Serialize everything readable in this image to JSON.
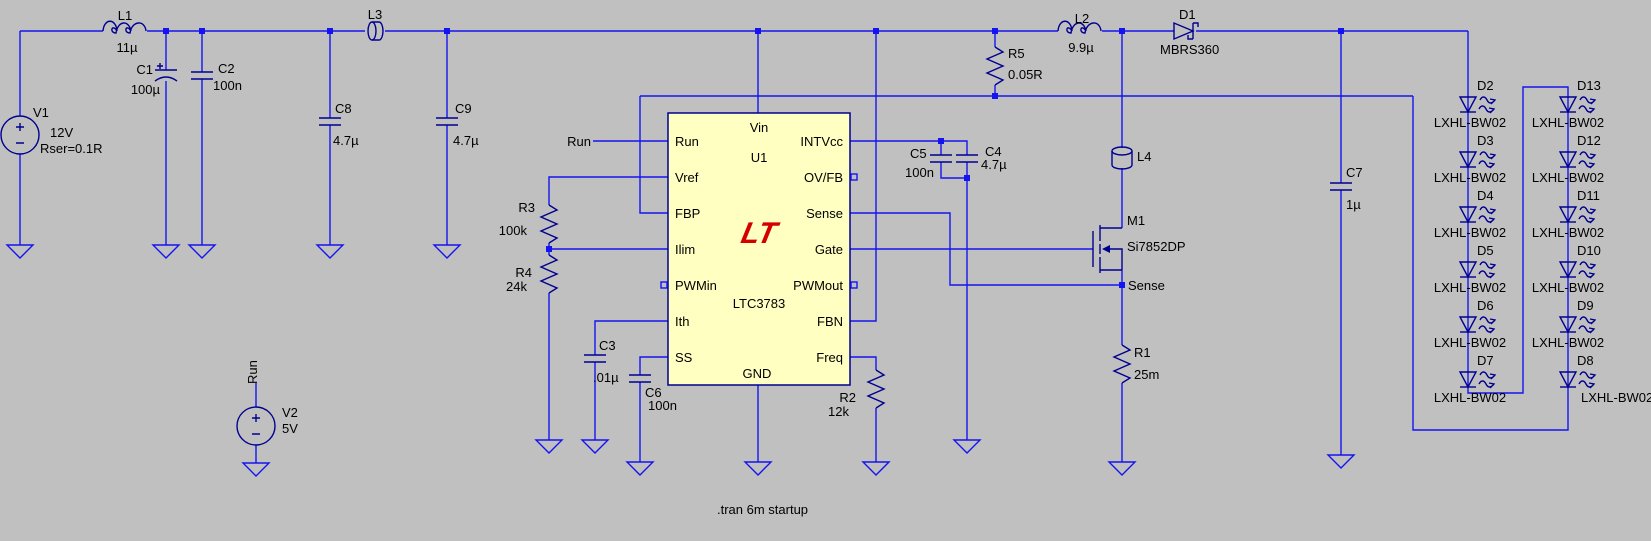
{
  "canvas": {
    "bg": "#C0C0C0"
  },
  "colors": {
    "wire": "#1414F0",
    "symbol": "#00008F",
    "text": "#000000",
    "chip_fill": "#FFFFC2",
    "logo": "#D40000"
  },
  "directive": ".tran 6m startup",
  "ic": {
    "ref": "U1",
    "part": "LTC3783",
    "logo_text": "LT",
    "top_pin": "Vin",
    "bottom_pin": "GND",
    "left_pins": [
      "Run",
      "Vref",
      "FBP",
      "Ilim",
      "PWMin",
      "Ith",
      "SS"
    ],
    "right_pins": [
      "INTVcc",
      "OV/FB",
      "Sense",
      "Gate",
      "PWMout",
      "FBN",
      "Freq"
    ]
  },
  "net_labels": {
    "run": "Run",
    "run_v2": "Run",
    "sense": "Sense"
  },
  "components": {
    "V1": {
      "ref": "V1",
      "value": "12V",
      "param": "Rser=0.1R"
    },
    "V2": {
      "ref": "V2",
      "value": "5V"
    },
    "L1": {
      "ref": "L1",
      "value": "11µ"
    },
    "L2": {
      "ref": "L2",
      "value": "9.9µ"
    },
    "L3": {
      "ref": "L3"
    },
    "L4": {
      "ref": "L4"
    },
    "C1": {
      "ref": "C1",
      "value": "100µ"
    },
    "C2": {
      "ref": "C2",
      "value": "100n"
    },
    "C3": {
      "ref": "C3",
      "value": ".01µ"
    },
    "C4": {
      "ref": "C4",
      "value": "4.7µ"
    },
    "C5": {
      "ref": "C5",
      "value": "100n"
    },
    "C6": {
      "ref": "C6",
      "value": "100n"
    },
    "C7": {
      "ref": "C7",
      "value": "1µ"
    },
    "C8": {
      "ref": "C8",
      "value": "4.7µ"
    },
    "C9": {
      "ref": "C9",
      "value": "4.7µ"
    },
    "R1": {
      "ref": "R1",
      "value": "25m"
    },
    "R2": {
      "ref": "R2",
      "value": "12k"
    },
    "R3": {
      "ref": "R3",
      "value": "100k"
    },
    "R4": {
      "ref": "R4",
      "value": "24k"
    },
    "R5": {
      "ref": "R5",
      "value": "0.05R"
    },
    "D1": {
      "ref": "D1",
      "value": "MBRS360"
    },
    "M1": {
      "ref": "M1",
      "value": "Si7852DP"
    }
  },
  "leds": {
    "value": "LXHL-BW02",
    "column1": [
      {
        "ref": "D2"
      },
      {
        "ref": "D3"
      },
      {
        "ref": "D4"
      },
      {
        "ref": "D5"
      },
      {
        "ref": "D6"
      },
      {
        "ref": "D7"
      }
    ],
    "column2": [
      {
        "ref": "D13"
      },
      {
        "ref": "D12"
      },
      {
        "ref": "D11"
      },
      {
        "ref": "D10"
      },
      {
        "ref": "D9"
      },
      {
        "ref": "D8"
      }
    ]
  }
}
